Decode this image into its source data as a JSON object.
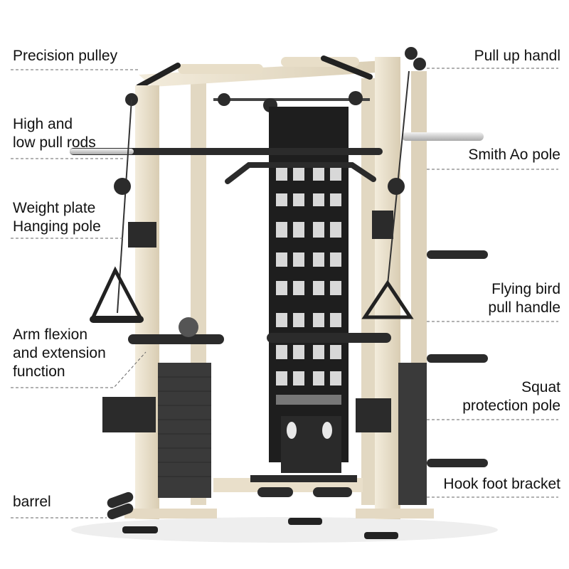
{
  "labels": {
    "precision_pulley": "Precision pulley",
    "high_low_pull_rods_1": "High and",
    "high_low_pull_rods_2": "low pull rods",
    "weight_plate_1": "Weight plate",
    "weight_plate_2": "Hanging pole",
    "arm_flexion_1": "Arm flexion",
    "arm_flexion_2": "and extension",
    "arm_flexion_3": "function",
    "barrel": "barrel",
    "pull_up_handle": "Pull up handl",
    "smith_pole": "Smith Ao pole",
    "flying_bird_1": "Flying bird",
    "flying_bird_2": "pull handle",
    "squat_protection_1": "Squat",
    "squat_protection_2": "protection pole",
    "hook_foot_bracket": "Hook foot bracket"
  },
  "colors": {
    "frame": "#ece3cf",
    "frame_shadow": "#d3c6aa",
    "dark": "#2b2b2b",
    "plate": "#3a3a3a",
    "silver": "#cfcfcf",
    "chart_panel": "#1e1e1e"
  }
}
